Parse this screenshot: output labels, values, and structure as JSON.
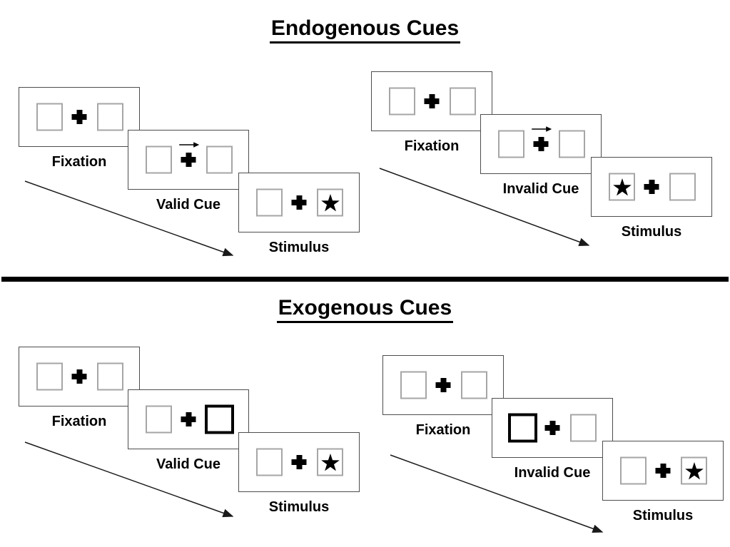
{
  "page": {
    "background": "#ffffff"
  },
  "colors": {
    "ink": "#000000",
    "panel_border": "#4d4d4d",
    "box_border": "#a6a6a6",
    "divider": "#000000"
  },
  "sections": [
    {
      "title": "Endogenous Cues"
    },
    {
      "title": "Exogenous Cues"
    }
  ],
  "icons": {
    "plus": "fixation-cross-icon",
    "cue_arrow": "right-arrow-icon",
    "star": "star-icon",
    "timeline": "diagonal-arrow-icon"
  },
  "sequences": [
    {
      "id": "endogenous-valid",
      "panels": [
        {
          "label": "Fixation",
          "cue_arrow": false,
          "bold_box": null,
          "star_box": null
        },
        {
          "label": "Valid Cue",
          "cue_arrow": true,
          "bold_box": null,
          "star_box": null
        },
        {
          "label": "Stimulus",
          "cue_arrow": false,
          "bold_box": null,
          "star_box": "right"
        }
      ]
    },
    {
      "id": "endogenous-invalid",
      "panels": [
        {
          "label": "Fixation",
          "cue_arrow": false,
          "bold_box": null,
          "star_box": null
        },
        {
          "label": "Invalid Cue",
          "cue_arrow": true,
          "bold_box": null,
          "star_box": null
        },
        {
          "label": "Stimulus",
          "cue_arrow": false,
          "bold_box": null,
          "star_box": "left"
        }
      ]
    },
    {
      "id": "exogenous-valid",
      "panels": [
        {
          "label": "Fixation",
          "cue_arrow": false,
          "bold_box": null,
          "star_box": null
        },
        {
          "label": "Valid Cue",
          "cue_arrow": false,
          "bold_box": "right",
          "star_box": null
        },
        {
          "label": "Stimulus",
          "cue_arrow": false,
          "bold_box": null,
          "star_box": "right"
        }
      ]
    },
    {
      "id": "exogenous-invalid",
      "panels": [
        {
          "label": "Fixation",
          "cue_arrow": false,
          "bold_box": null,
          "star_box": null
        },
        {
          "label": "Invalid Cue",
          "cue_arrow": false,
          "bold_box": "left",
          "star_box": null
        },
        {
          "label": "Stimulus",
          "cue_arrow": false,
          "bold_box": null,
          "star_box": "right"
        }
      ]
    }
  ]
}
